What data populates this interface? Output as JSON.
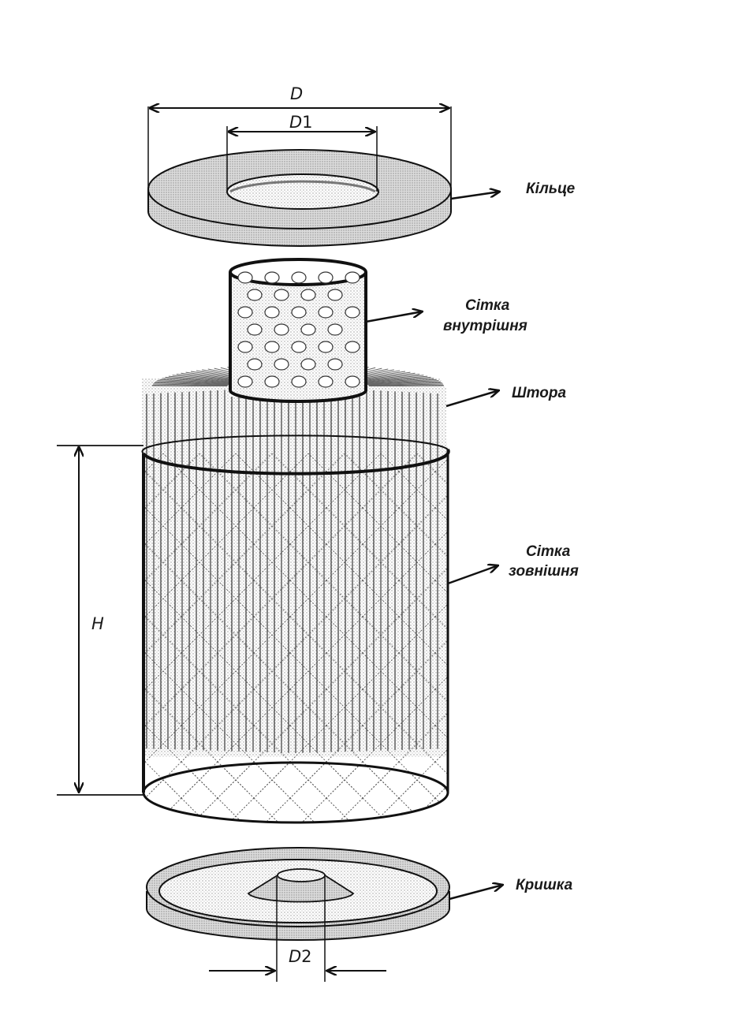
{
  "labels": {
    "ring": "Кільце",
    "inner_mesh_line1": "Сітка",
    "inner_mesh_line2": "внутрішня",
    "curtain": "Штора",
    "outer_mesh_line1": "Сітка",
    "outer_mesh_line2": "зовнішня",
    "cover": "Кришка"
  },
  "dimensions": {
    "D_symbol": "D",
    "D1_symbol": "D",
    "D1_index": "1",
    "D2_symbol": "D",
    "D2_index": "2",
    "H_symbol": "H"
  },
  "colors": {
    "line": "#111111",
    "gray_fill": "#d4d4d4",
    "light_fill": "#efefef",
    "background": "#ffffff"
  }
}
